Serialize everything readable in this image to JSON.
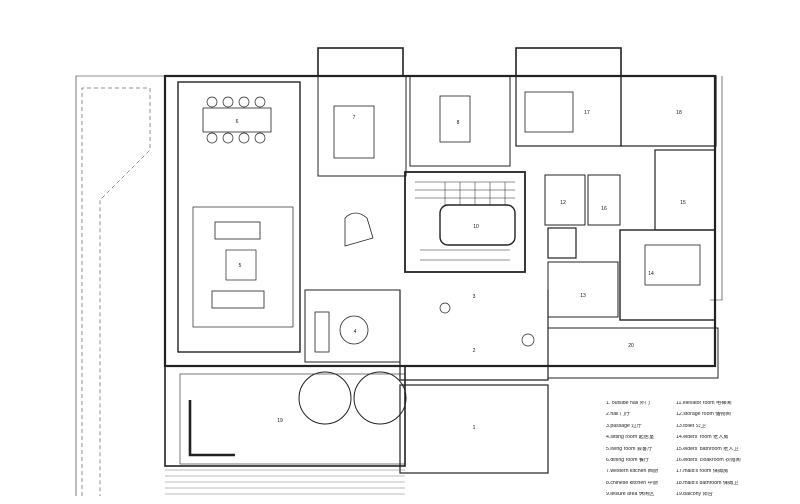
{
  "rooms": [
    {
      "id": "1",
      "label": "1"
    },
    {
      "id": "2",
      "label": "2"
    },
    {
      "id": "3",
      "label": "3"
    },
    {
      "id": "4",
      "label": "4"
    },
    {
      "id": "5",
      "label": "5"
    },
    {
      "id": "6",
      "label": "6"
    },
    {
      "id": "7",
      "label": "7"
    },
    {
      "id": "8",
      "label": "8"
    },
    {
      "id": "10",
      "label": "10"
    },
    {
      "id": "12",
      "label": "12"
    },
    {
      "id": "13",
      "label": "13"
    },
    {
      "id": "14",
      "label": "14"
    },
    {
      "id": "15",
      "label": "15"
    },
    {
      "id": "16",
      "label": "16"
    },
    {
      "id": "17",
      "label": "17"
    },
    {
      "id": "18",
      "label": "18"
    },
    {
      "id": "19",
      "label": "19"
    },
    {
      "id": "20",
      "label": "20"
    }
  ],
  "legend": {
    "left": [
      "1. outside hall 外门",
      "2.hall 门厅",
      "3.passage 过厅",
      "4.sitting room 起居室",
      "5.living room 会客厅",
      "6.dining room 餐厅",
      "7.western kitchen 西厨",
      "8.chinese kitchen 中厨",
      "9.leisure area 休闲区"
    ],
    "right": [
      "11.elevator room 电梯间",
      "12.storage room 储物间",
      "13.toilet 公卫",
      "14.elders' room 老人房",
      "15.elders' bathroom 老人卫",
      "16.elders' cloakroom 衣帽间",
      "17.maid's room 保姆房",
      "18.maid's bathroom 保姆卫",
      "19.balcony 阳台"
    ]
  },
  "colors": {
    "wall": "#1a1a1a",
    "line": "#333333",
    "light": "#888888",
    "fill": "#ffffff"
  }
}
